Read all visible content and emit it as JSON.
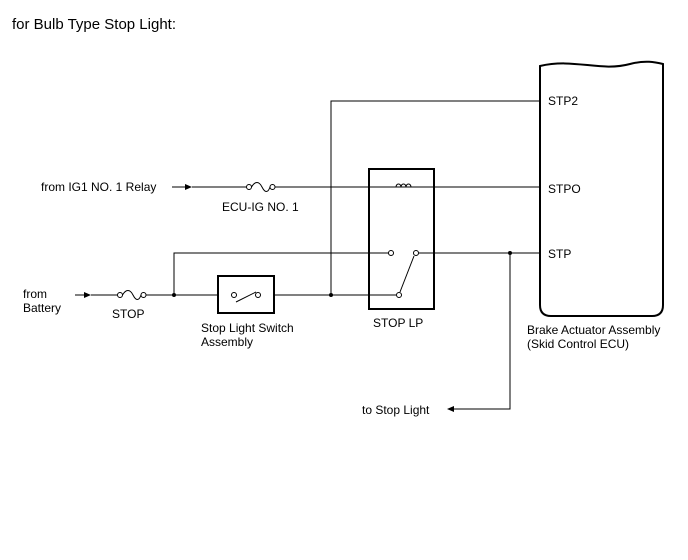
{
  "header": {
    "title": "for Bulb Type Stop Light:"
  },
  "sources": {
    "ig1": "from IG1 NO. 1 Relay",
    "battery_line1": "from",
    "battery_line2": "Battery"
  },
  "fuses": {
    "ecu_ig": "ECU-IG NO. 1",
    "stop": "STOP"
  },
  "components": {
    "switch_line1": "Stop Light Switch",
    "switch_line2": "Assembly",
    "relay": "STOP LP",
    "ecu_line1": "Brake Actuator Assembly",
    "ecu_line2": "(Skid Control ECU)"
  },
  "terminals": {
    "stp2": "STP2",
    "stpo": "STPO",
    "stp": "STP"
  },
  "outputs": {
    "stop_light": "to Stop Light"
  }
}
